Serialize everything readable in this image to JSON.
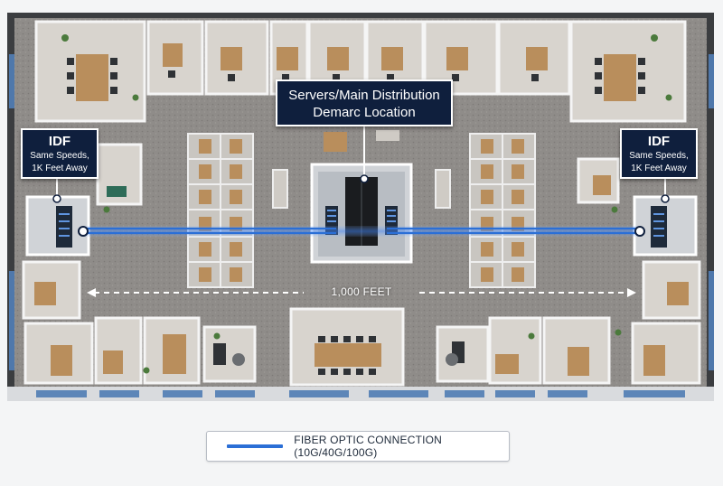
{
  "main_callout": {
    "line1": "Servers/Main Distribution",
    "line2": "Demarc Location"
  },
  "idf_left": {
    "title": "IDF",
    "line1": "Same Speeds,",
    "line2": "1K Feet Away"
  },
  "idf_right": {
    "title": "IDF",
    "line1": "Same Speeds,",
    "line2": "1K Feet Away"
  },
  "distance_label": "1,000 FEET",
  "legend": {
    "label": "FIBER OPTIC CONNECTION (10G/40G/100G)"
  },
  "colors": {
    "fiber": "#2b6fd6",
    "callout_bg": "#0f1f3d",
    "floor": "#8d8a87",
    "wall": "#f2f2f2"
  }
}
